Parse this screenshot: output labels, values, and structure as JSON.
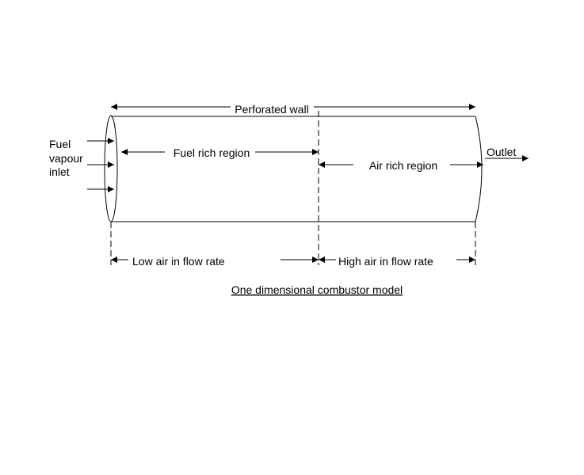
{
  "labels": {
    "perforated_wall": "Perforated wall",
    "fuel_line1": "Fuel",
    "fuel_line2": "vapour",
    "fuel_line3": "inlet",
    "fuel_rich_region": "Fuel rich region",
    "air_rich_region": "Air rich region",
    "outlet": "Outlet",
    "low_air_rate": "Low air in flow rate",
    "high_air_rate": "High air in flow rate",
    "caption": "One dimensional combustor model"
  },
  "colors": {
    "ink": "#000000",
    "background": "#ffffff"
  }
}
